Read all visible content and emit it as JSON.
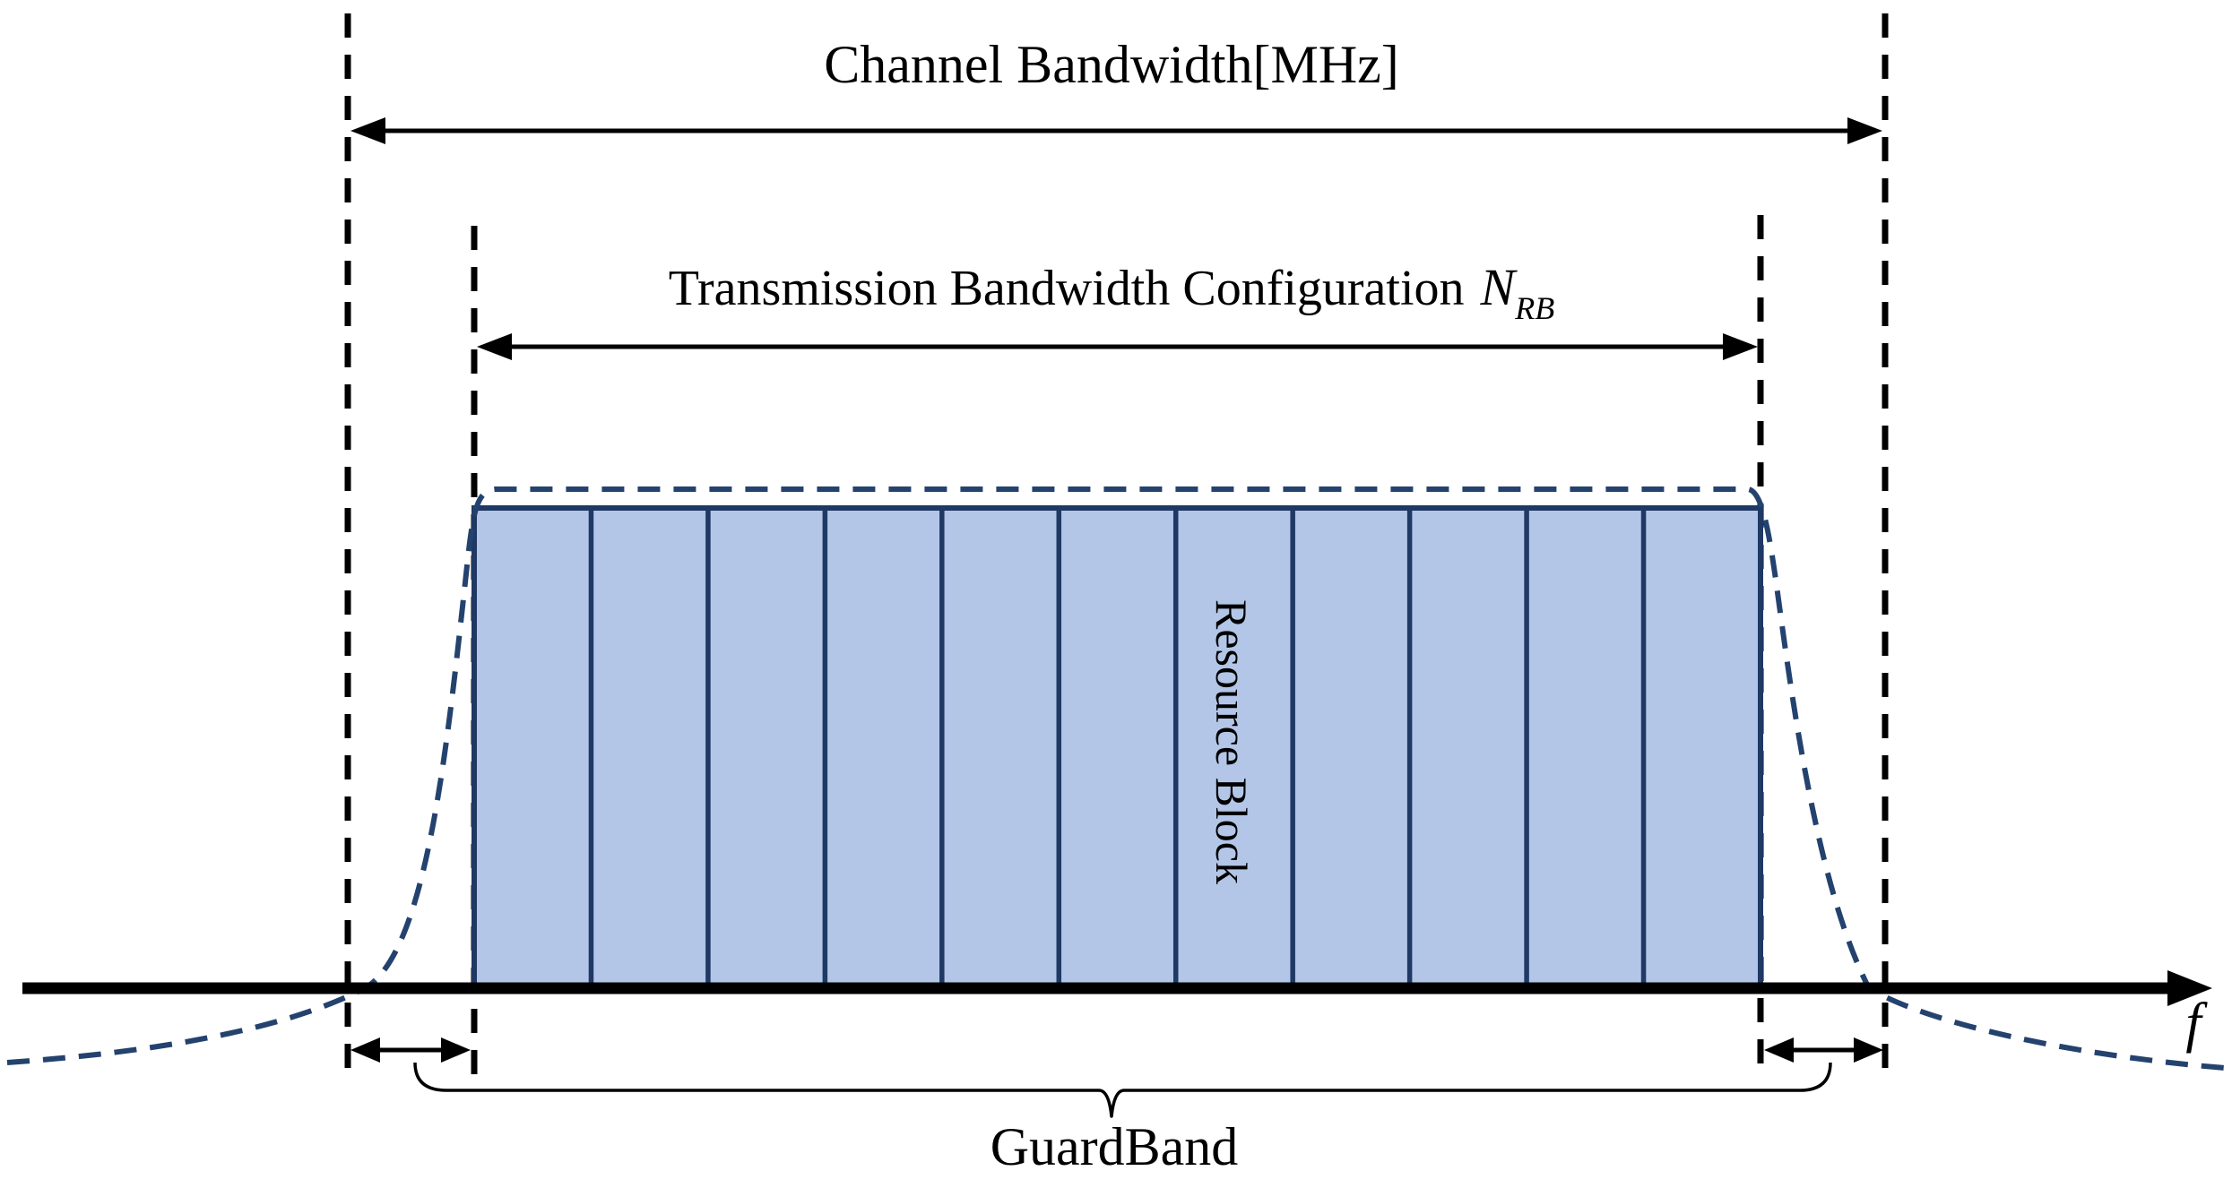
{
  "diagram": {
    "title": "Channel Bandwidth[MHz]",
    "transmission_label": "Transmission Bandwidth Configuration",
    "transmission_symbol": "N",
    "transmission_subscript": "RB",
    "resource_block_label": "Resource Block",
    "resource_block_count": 11,
    "guard_band_label": "GuardBand",
    "frequency_axis_label": "f"
  },
  "colors": {
    "resource_block_fill": "#b3c6e7",
    "resource_block_border": "#1f3864",
    "spectrum_curve": "#24426e",
    "line_color": "#000000",
    "background": "#ffffff"
  }
}
